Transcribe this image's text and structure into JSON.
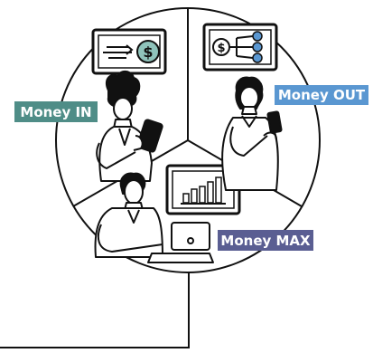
{
  "labels": {
    "money_in": "Money IN",
    "money_out": "Money OUT",
    "money_max": "Money MAX"
  },
  "colors": {
    "money_in": "#4f8d87",
    "money_out": "#5a97d1",
    "money_max": "#5a5e92",
    "line": "#111111",
    "icon_accent": "#8fc3bb"
  },
  "icons": {
    "money_in": "tablet-dollar-icon",
    "money_out": "tablet-dollar-split-icon",
    "money_max": "rising-bar-chart-icon"
  }
}
